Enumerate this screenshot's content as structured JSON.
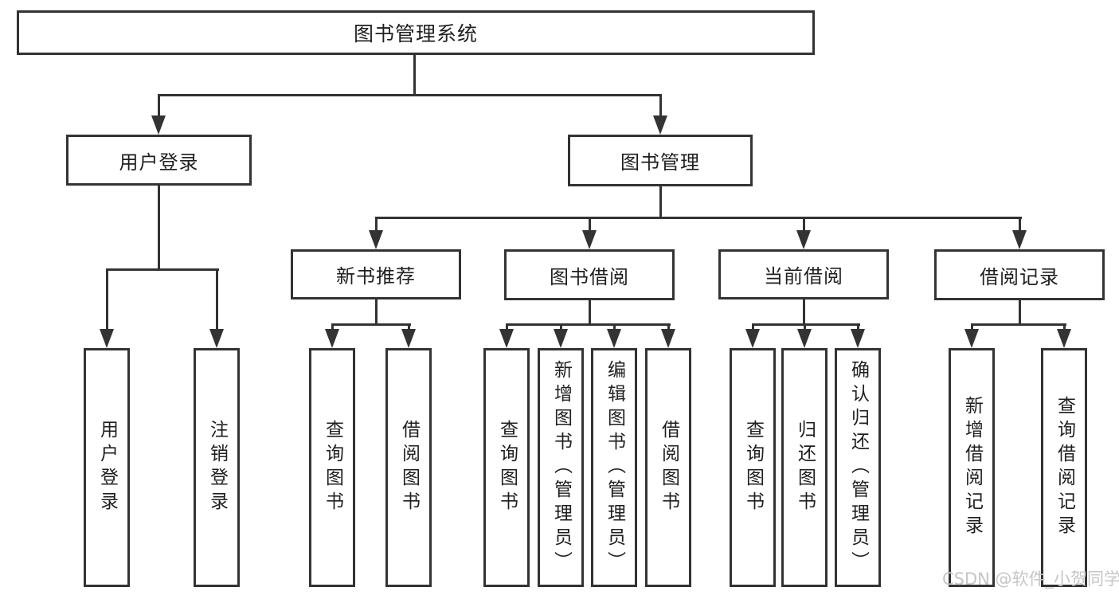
{
  "colors": {
    "line": "#333333",
    "text": "#1f1f1f",
    "watermark": "#c6c6c6",
    "background": "#ffffff"
  },
  "root": "图书管理系统",
  "level2": [
    "用户登录",
    "图书管理"
  ],
  "level3": [
    "新书推荐",
    "图书借阅",
    "当前借阅",
    "借阅记录"
  ],
  "level4": {
    "user_login": [
      "用户登录",
      "注销登录"
    ],
    "new_book_recommend": [
      "查询图书",
      "借阅图书"
    ],
    "book_borrow": [
      "查询图书",
      "新增图书（管理员）",
      "编辑图书（管理员）",
      "借阅图书"
    ],
    "current_borrow": [
      "查询图书",
      "归还图书",
      "确认归还（管理员）"
    ],
    "borrow_records": [
      "新增借阅记录",
      "查询借阅记录"
    ]
  },
  "watermark": "CSDN @软件_小贺同学"
}
